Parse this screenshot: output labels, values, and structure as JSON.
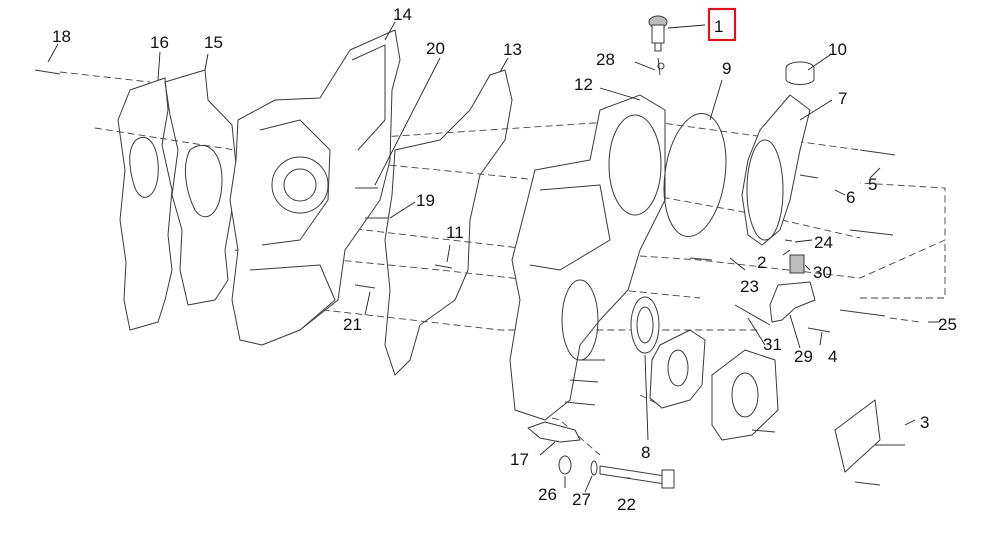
{
  "diagram": {
    "highlight_color": "#d8151d",
    "highlighted_part": "1",
    "callouts": [
      {
        "id": "c1",
        "label": "1"
      },
      {
        "id": "c2",
        "label": "2"
      },
      {
        "id": "c3",
        "label": "3"
      },
      {
        "id": "c4",
        "label": "4"
      },
      {
        "id": "c5",
        "label": "5"
      },
      {
        "id": "c6",
        "label": "6"
      },
      {
        "id": "c7",
        "label": "7"
      },
      {
        "id": "c8",
        "label": "8"
      },
      {
        "id": "c9",
        "label": "9"
      },
      {
        "id": "c10",
        "label": "10"
      },
      {
        "id": "c11",
        "label": "11"
      },
      {
        "id": "c12",
        "label": "12"
      },
      {
        "id": "c13",
        "label": "13"
      },
      {
        "id": "c14",
        "label": "14"
      },
      {
        "id": "c15",
        "label": "15"
      },
      {
        "id": "c16",
        "label": "16"
      },
      {
        "id": "c17",
        "label": "17"
      },
      {
        "id": "c18",
        "label": "18"
      },
      {
        "id": "c19",
        "label": "19"
      },
      {
        "id": "c20",
        "label": "20"
      },
      {
        "id": "c21",
        "label": "21"
      },
      {
        "id": "c22",
        "label": "22"
      },
      {
        "id": "c23",
        "label": "23"
      },
      {
        "id": "c24",
        "label": "24"
      },
      {
        "id": "c25",
        "label": "25"
      },
      {
        "id": "c26",
        "label": "26"
      },
      {
        "id": "c27",
        "label": "27"
      },
      {
        "id": "c28",
        "label": "28"
      },
      {
        "id": "c29",
        "label": "29"
      },
      {
        "id": "c30",
        "label": "30"
      },
      {
        "id": "c31",
        "label": "31"
      }
    ]
  }
}
